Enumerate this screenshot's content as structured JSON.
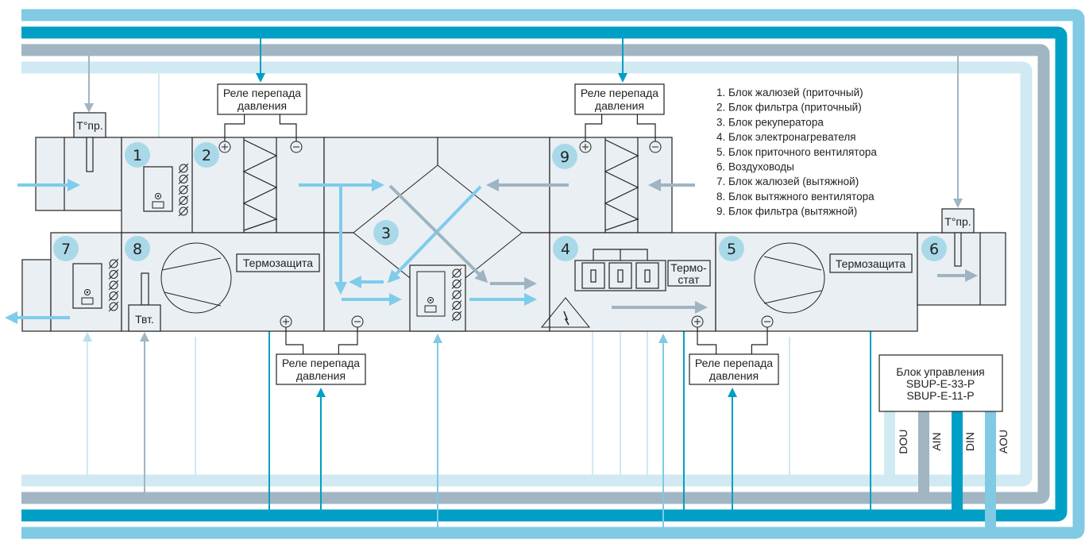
{
  "colors": {
    "bus_light": "#d0e9f2",
    "bus_gray": "#a1b5c3",
    "bus_dark": "#009fc6",
    "bus_medium": "#80cae3",
    "unit_fill": "#eaeff3",
    "badge": "#a9d9e8",
    "supply_arrow": "#7fcbec",
    "exhaust_arrow": "#9fb4c2"
  },
  "labels": {
    "pressure_relay": [
      "Реле перепада",
      "давления"
    ],
    "temp_supply": "T°пр.",
    "temp_water": "Твт.",
    "thermal_protection": "Термозащита",
    "thermostat": [
      "Термо-",
      "стат"
    ],
    "plus": "+",
    "minus": "−",
    "control_unit": [
      "Блок управления",
      "SBUP-E-33-P",
      "SBUP-E-11-P"
    ]
  },
  "ports": [
    "DOU",
    "AIN",
    "DIN",
    "AOU"
  ],
  "badges": [
    "1",
    "2",
    "3",
    "4",
    "5",
    "6",
    "7",
    "8",
    "9"
  ],
  "legend": [
    "1. Блок жалюзей (приточный)",
    "2. Блок фильтра (приточный)",
    "3. Блок рекуператора",
    "4. Блок электронагревателя",
    "5. Блок приточного вентилятора",
    "6. Воздуховоды",
    "7. Блок жалюзей (вытяжной)",
    "8. Блок вытяжного вентилятора",
    "9. Блок фильтра (вытяжной)"
  ]
}
